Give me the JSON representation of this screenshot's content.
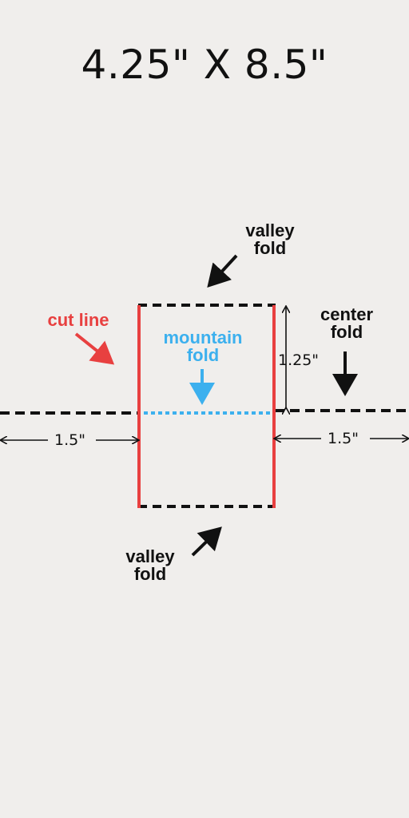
{
  "title": "4.25\" X 8.5\"",
  "labels": {
    "valley_fold_top": [
      "valley",
      "fold"
    ],
    "valley_fold_bottom": [
      "valley",
      "fold"
    ],
    "cut_line": "cut line",
    "mountain_fold": [
      "mountain",
      "fold"
    ],
    "center_fold": [
      "center",
      "fold"
    ]
  },
  "dimensions": {
    "left_margin": "1.5\"",
    "right_margin": "1.5\"",
    "height": "1.25\""
  },
  "colors": {
    "cut_line": "#e84040",
    "mountain_fold": "#3cb0ee",
    "valley_fold": "#111111",
    "text": "#111111"
  }
}
